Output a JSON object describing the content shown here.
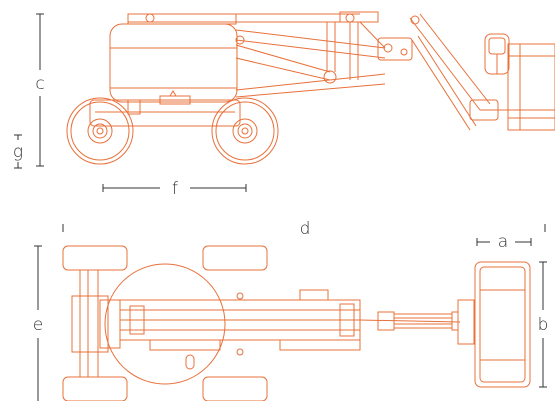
{
  "colors": {
    "machine": "#e8703a",
    "dimension": "#333333",
    "background": "#ffffff"
  },
  "labels": {
    "a": "a",
    "b": "b",
    "c": "c",
    "d": "d",
    "e": "e",
    "f": "f",
    "g": "g"
  }
}
